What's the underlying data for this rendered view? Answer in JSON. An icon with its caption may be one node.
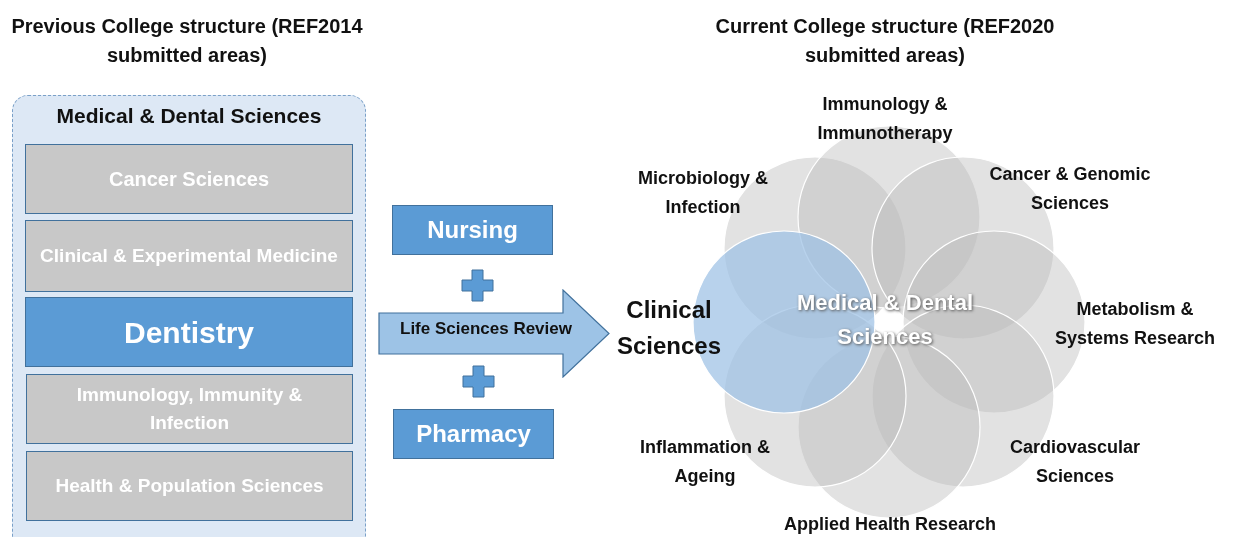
{
  "diagram": {
    "nodes": [
      {
        "text": [
          "Medical & Dental Sciences"
        ]
      },
      {
        "text": [
          "Cancer Sciences"
        ],
        "in": 0
      },
      {
        "text": [
          "Clinical & Experimental Medicine"
        ],
        "in": 0
      },
      {
        "text": [
          "Dentistry"
        ],
        "in": 0
      },
      {
        "text": [
          "Immunology, Immunity & Infection"
        ],
        "in": 0
      },
      {
        "text": [
          "Health & Population Sciences"
        ],
        "in": 0
      },
      {
        "text": [
          "Nursing"
        ]
      },
      {
        "text": [
          "Life Sciences Review"
        ]
      },
      {
        "text": [
          "Pharmacy"
        ]
      },
      {
        "text": [
          "Clinical Sciences"
        ]
      },
      {
        "text": [
          "Microbiology & Infection"
        ]
      },
      {
        "text": [
          "Immunology & Immunotherapy"
        ]
      },
      {
        "text": [
          "Cancer & Genomic Sciences"
        ]
      },
      {
        "text": [
          "Metabolism & Systems Research"
        ]
      },
      {
        "text": [
          "Cardiovascular Sciences"
        ]
      },
      {
        "text": [
          "Applied Health Research"
        ]
      },
      {
        "text": [
          "Inflammation & Ageing"
        ]
      }
    ],
    "labels": [
      "Previous College structure (REF2014 submitted areas)",
      "Current College structure (REF2020 submitted areas)",
      "Medical & Dental Sciences"
    ]
  }
}
